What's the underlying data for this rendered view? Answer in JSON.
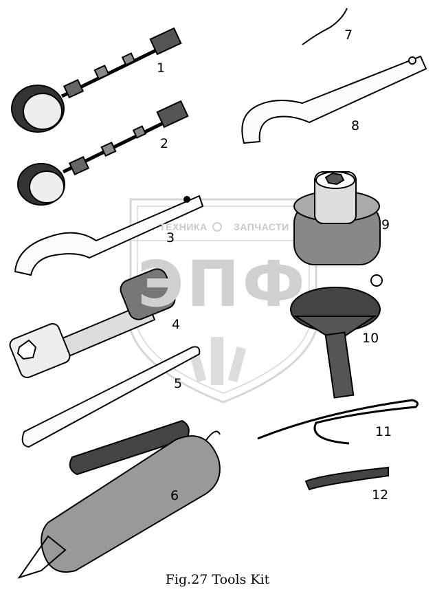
{
  "figure": {
    "caption": "Fig.27 Tools Kit"
  },
  "watermark": {
    "line1_left": "ТЕХНИКА",
    "line1_right": "ЗАПЧАСТИ",
    "letters": "ЭПФ"
  },
  "labels": {
    "l1": "1",
    "l2": "2",
    "l3": "3",
    "l4": "4",
    "l5": "5",
    "l6": "6",
    "l7": "7",
    "l8": "8",
    "l9": "9",
    "l10": "10",
    "l11": "11",
    "l12": "12"
  }
}
